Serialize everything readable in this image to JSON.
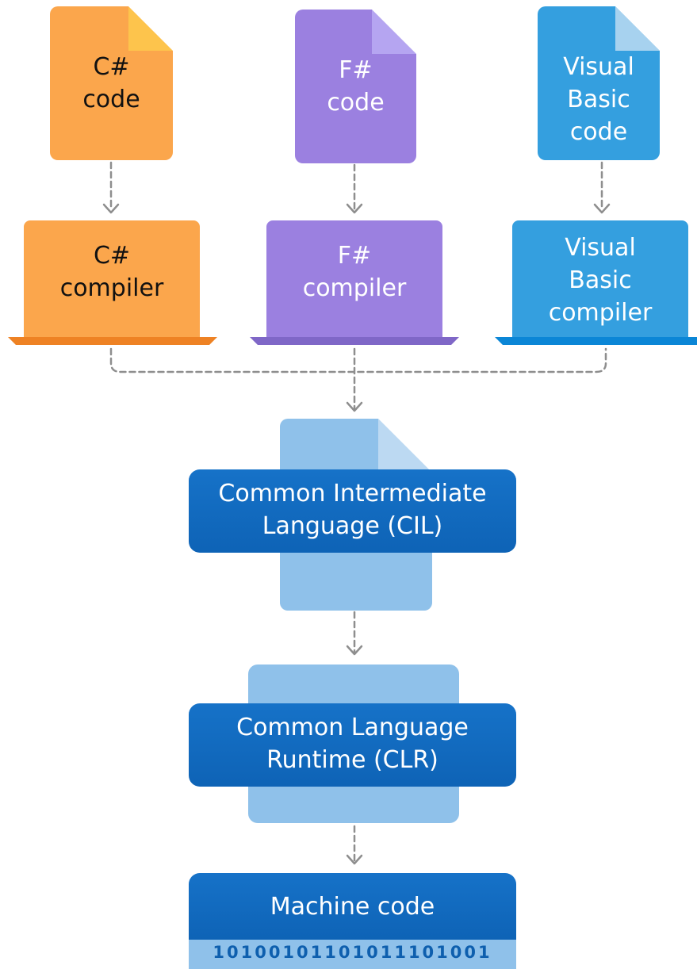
{
  "colors": {
    "csharp": "#fba64c",
    "csharp_fold": "#fdc44c",
    "csharp_base": "#ee8224",
    "fsharp": "#9b80e0",
    "fsharp_fold": "#b5a5f1",
    "fsharp_base": "#7f67c7",
    "vb": "#349fdf",
    "vb_fold": "#a7d2ef",
    "vb_base": "#0b86d6",
    "dark_blue": "#1672c8",
    "light_blue": "#8fc1ea",
    "arrow": "#8e8e8e"
  },
  "source_files": [
    {
      "lines": [
        "C#",
        "code"
      ],
      "icon": "csharp-document-icon"
    },
    {
      "lines": [
        "F#",
        "code"
      ],
      "icon": "fsharp-document-icon"
    },
    {
      "lines": [
        "Visual",
        "Basic",
        "code"
      ],
      "icon": "vb-document-icon"
    }
  ],
  "compilers": [
    {
      "lines": [
        "C#",
        "compiler"
      ],
      "icon": "csharp-compiler-laptop-icon"
    },
    {
      "lines": [
        "F#",
        "compiler"
      ],
      "icon": "fsharp-compiler-laptop-icon"
    },
    {
      "lines": [
        "Visual",
        "Basic",
        "compiler"
      ],
      "icon": "vb-compiler-laptop-icon"
    }
  ],
  "cil": {
    "lines": [
      "Common Intermediate",
      "Language (CIL)"
    ]
  },
  "clr": {
    "lines": [
      "Common Language",
      "Runtime (CLR)"
    ]
  },
  "machine": {
    "label": "Machine code",
    "binary": "10100101101011101001"
  }
}
